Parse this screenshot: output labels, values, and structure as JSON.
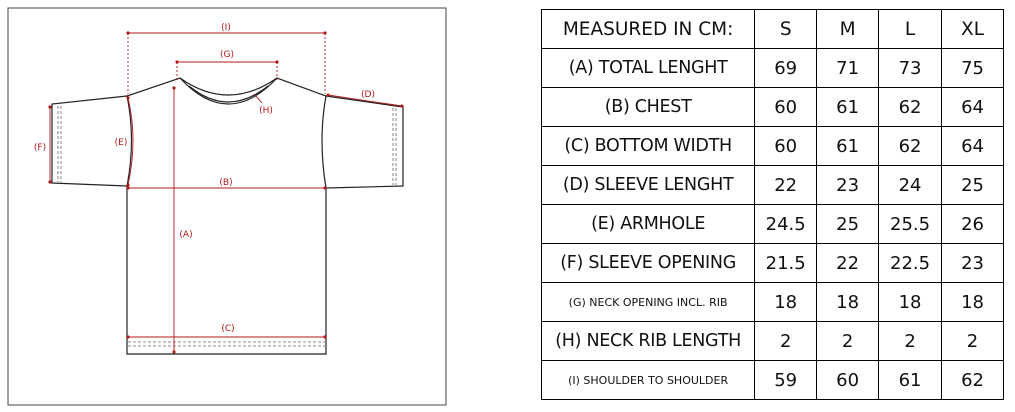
{
  "diagram": {
    "labels": {
      "total_length": "(A)",
      "chest": "(B)",
      "bottom_width": "(C)",
      "sleeve_length": "(D)",
      "armhole": "(E)",
      "sleeve_opening": "(F)",
      "neck_opening": "(G)",
      "neck_rib": "(H)",
      "shoulder": "(I)"
    },
    "colors": {
      "measure": "#b01818",
      "outline": "#222222",
      "stitch": "#666666"
    }
  },
  "table": {
    "header": [
      "MEASURED IN CM:",
      "S",
      "M",
      "L",
      "XL"
    ],
    "rows": [
      {
        "label": "(A) TOTAL LENGHT",
        "values": [
          "69",
          "71",
          "73",
          "75"
        ]
      },
      {
        "label": "(B) CHEST",
        "values": [
          "60",
          "61",
          "62",
          "64"
        ]
      },
      {
        "label": "(C) BOTTOM WIDTH",
        "values": [
          "60",
          "61",
          "62",
          "64"
        ]
      },
      {
        "label": "(D) SLEEVE LENGHT",
        "values": [
          "22",
          "23",
          "24",
          "25"
        ]
      },
      {
        "label": "(E) ARMHOLE",
        "values": [
          "24.5",
          "25",
          "25.5",
          "26"
        ]
      },
      {
        "label": "(F) SLEEVE OPENING",
        "values": [
          "21.5",
          "22",
          "22.5",
          "23"
        ]
      },
      {
        "label": "(G) NECK OPENING INCL. RIB",
        "values": [
          "18",
          "18",
          "18",
          "18"
        ]
      },
      {
        "label": "(H) NECK RIB LENGTH",
        "values": [
          "2",
          "2",
          "2",
          "2"
        ]
      },
      {
        "label": "(I) SHOULDER TO SHOULDER",
        "values": [
          "59",
          "60",
          "61",
          "62"
        ]
      }
    ]
  }
}
